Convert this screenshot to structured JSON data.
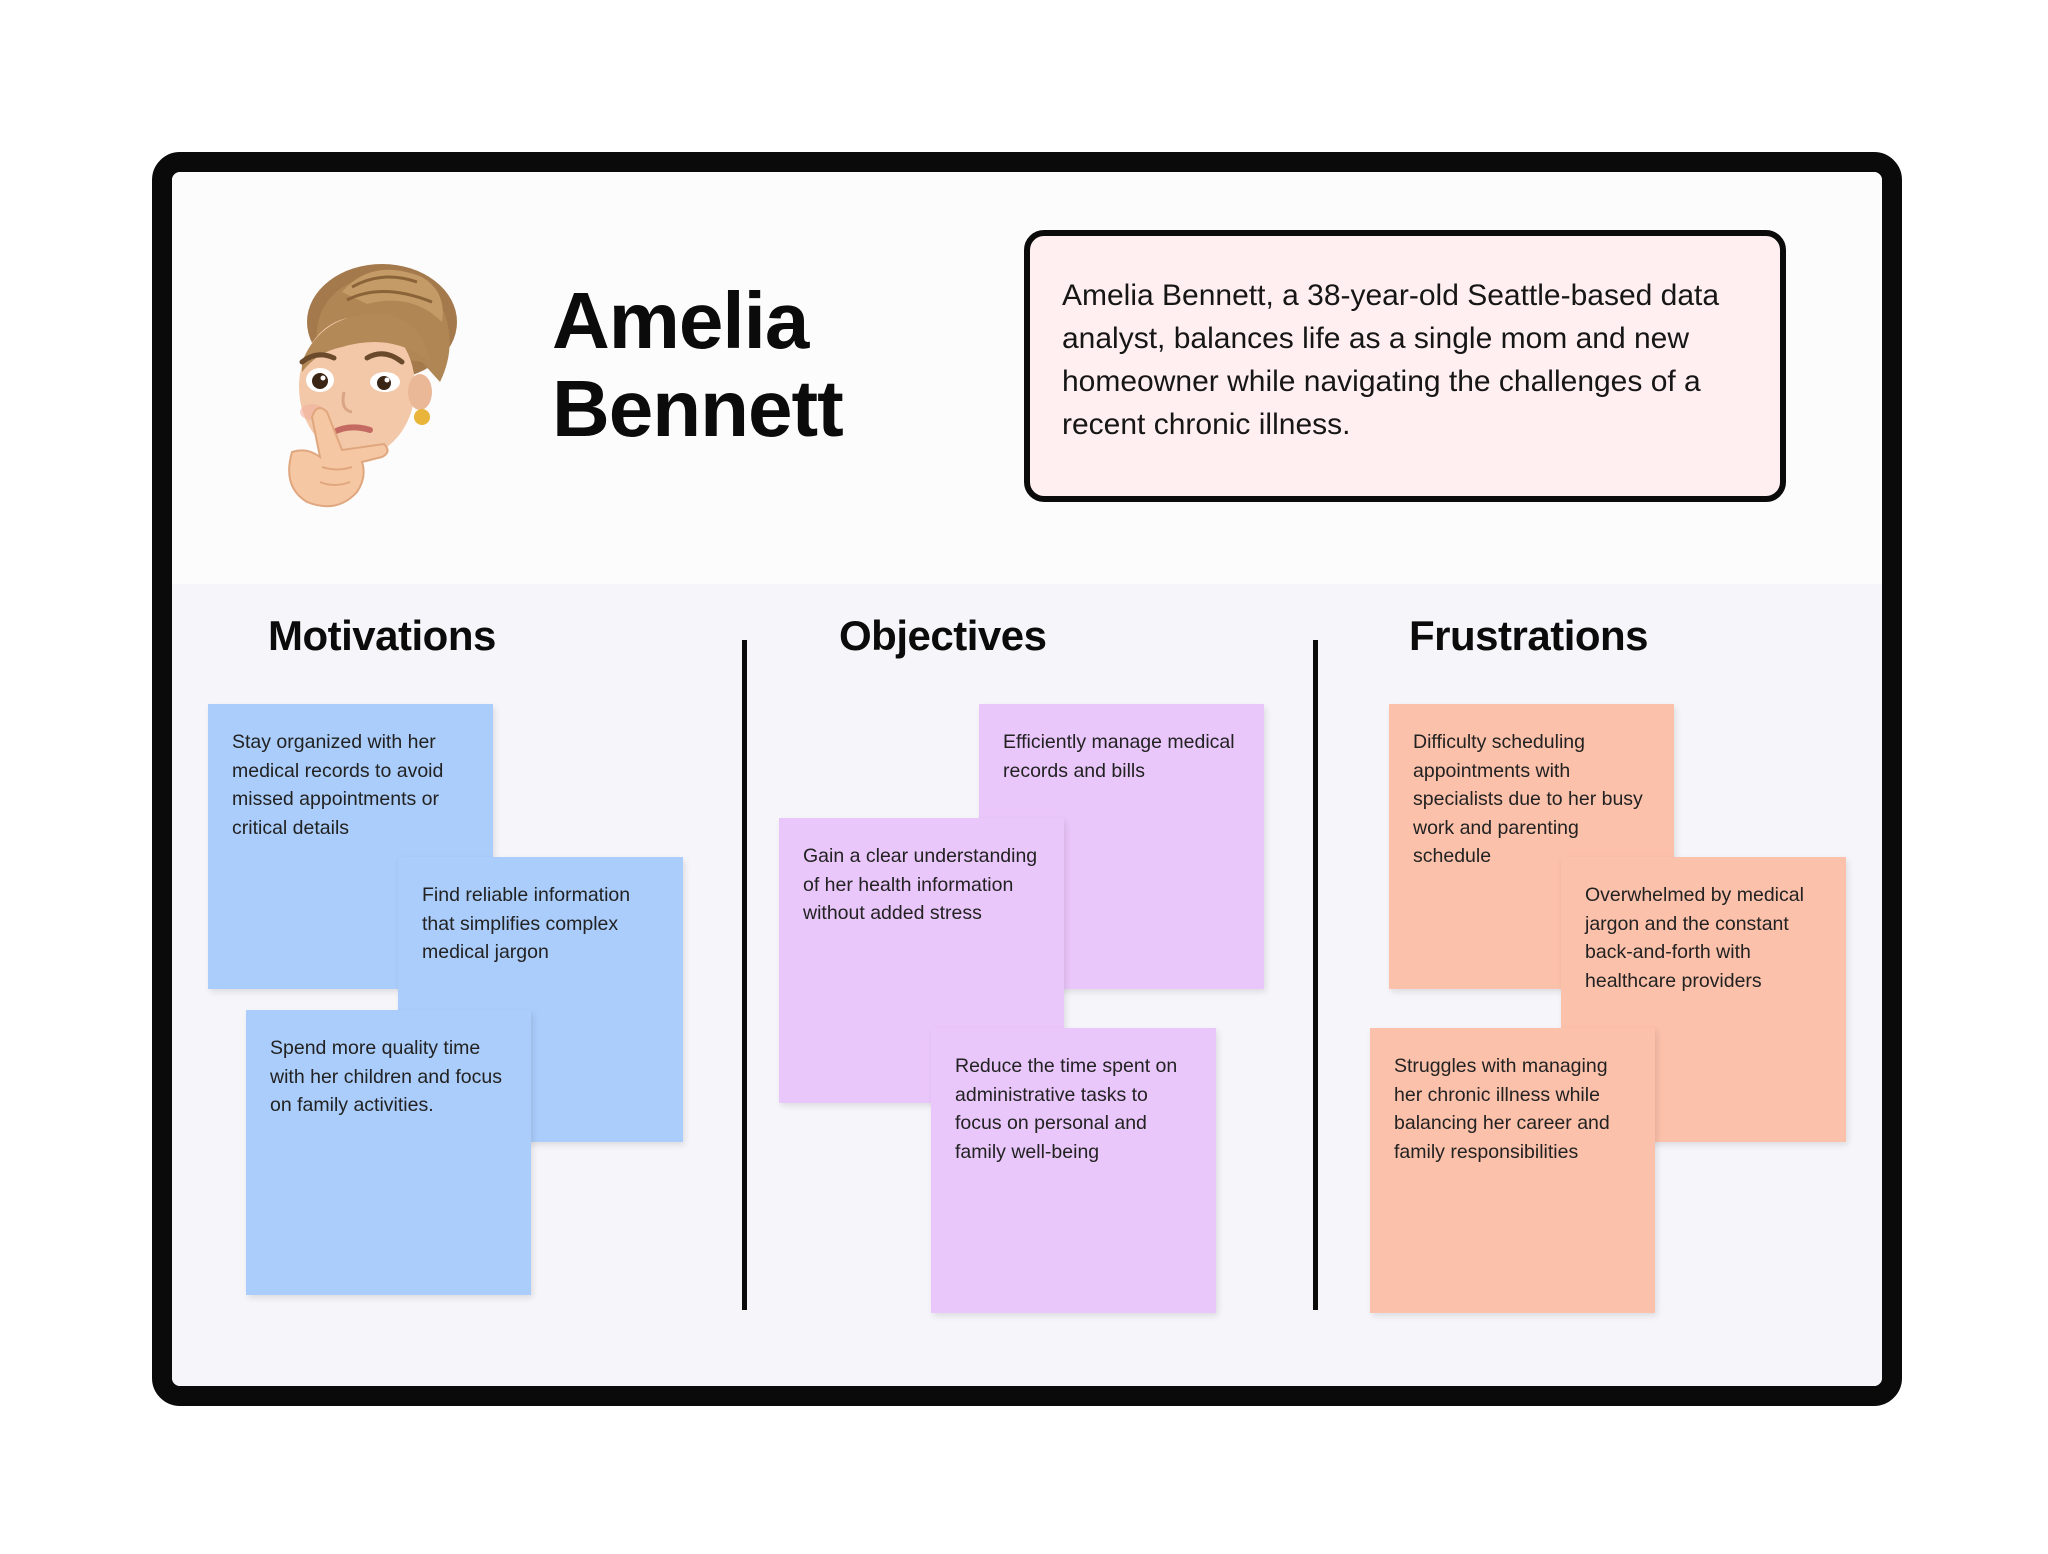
{
  "persona": {
    "name_line1": "Amelia",
    "name_line2": "Bennett",
    "bio": "Amelia Bennett, a 38-year-old Seattle-based data analyst, balances life as a single mom and new homeowner while navigating the challenges of a recent chronic illness.",
    "avatar_icon": "memoji-thinking-woman-icon"
  },
  "sections": {
    "motivations": {
      "title": "Motivations",
      "notes": [
        "Stay organized with her medical records to avoid missed appointments or critical details",
        "Find reliable information that simplifies complex medical jargon",
        "Spend more quality time with her children and focus on family activities."
      ]
    },
    "objectives": {
      "title": "Objectives",
      "notes": [
        "Efficiently manage medical records and bills",
        "Gain a clear understanding of her health information without added stress",
        "Reduce the time spent on administrative tasks to focus on personal and family well-being"
      ]
    },
    "frustrations": {
      "title": "Frustrations",
      "notes": [
        "Difficulty scheduling appointments with specialists due to her busy work and parenting schedule",
        "Overwhelmed by medical jargon and the constant back-and-forth with healthcare providers",
        "Struggles with managing her chronic illness while balancing her career and family responsibilities"
      ]
    }
  },
  "colors": {
    "motivations_note": "#abcdfb",
    "objectives_note": "#eac7fb",
    "frustrations_note": "#fcc1ab",
    "bio_background": "#ffeff0",
    "frame": "#0a0a0a"
  }
}
